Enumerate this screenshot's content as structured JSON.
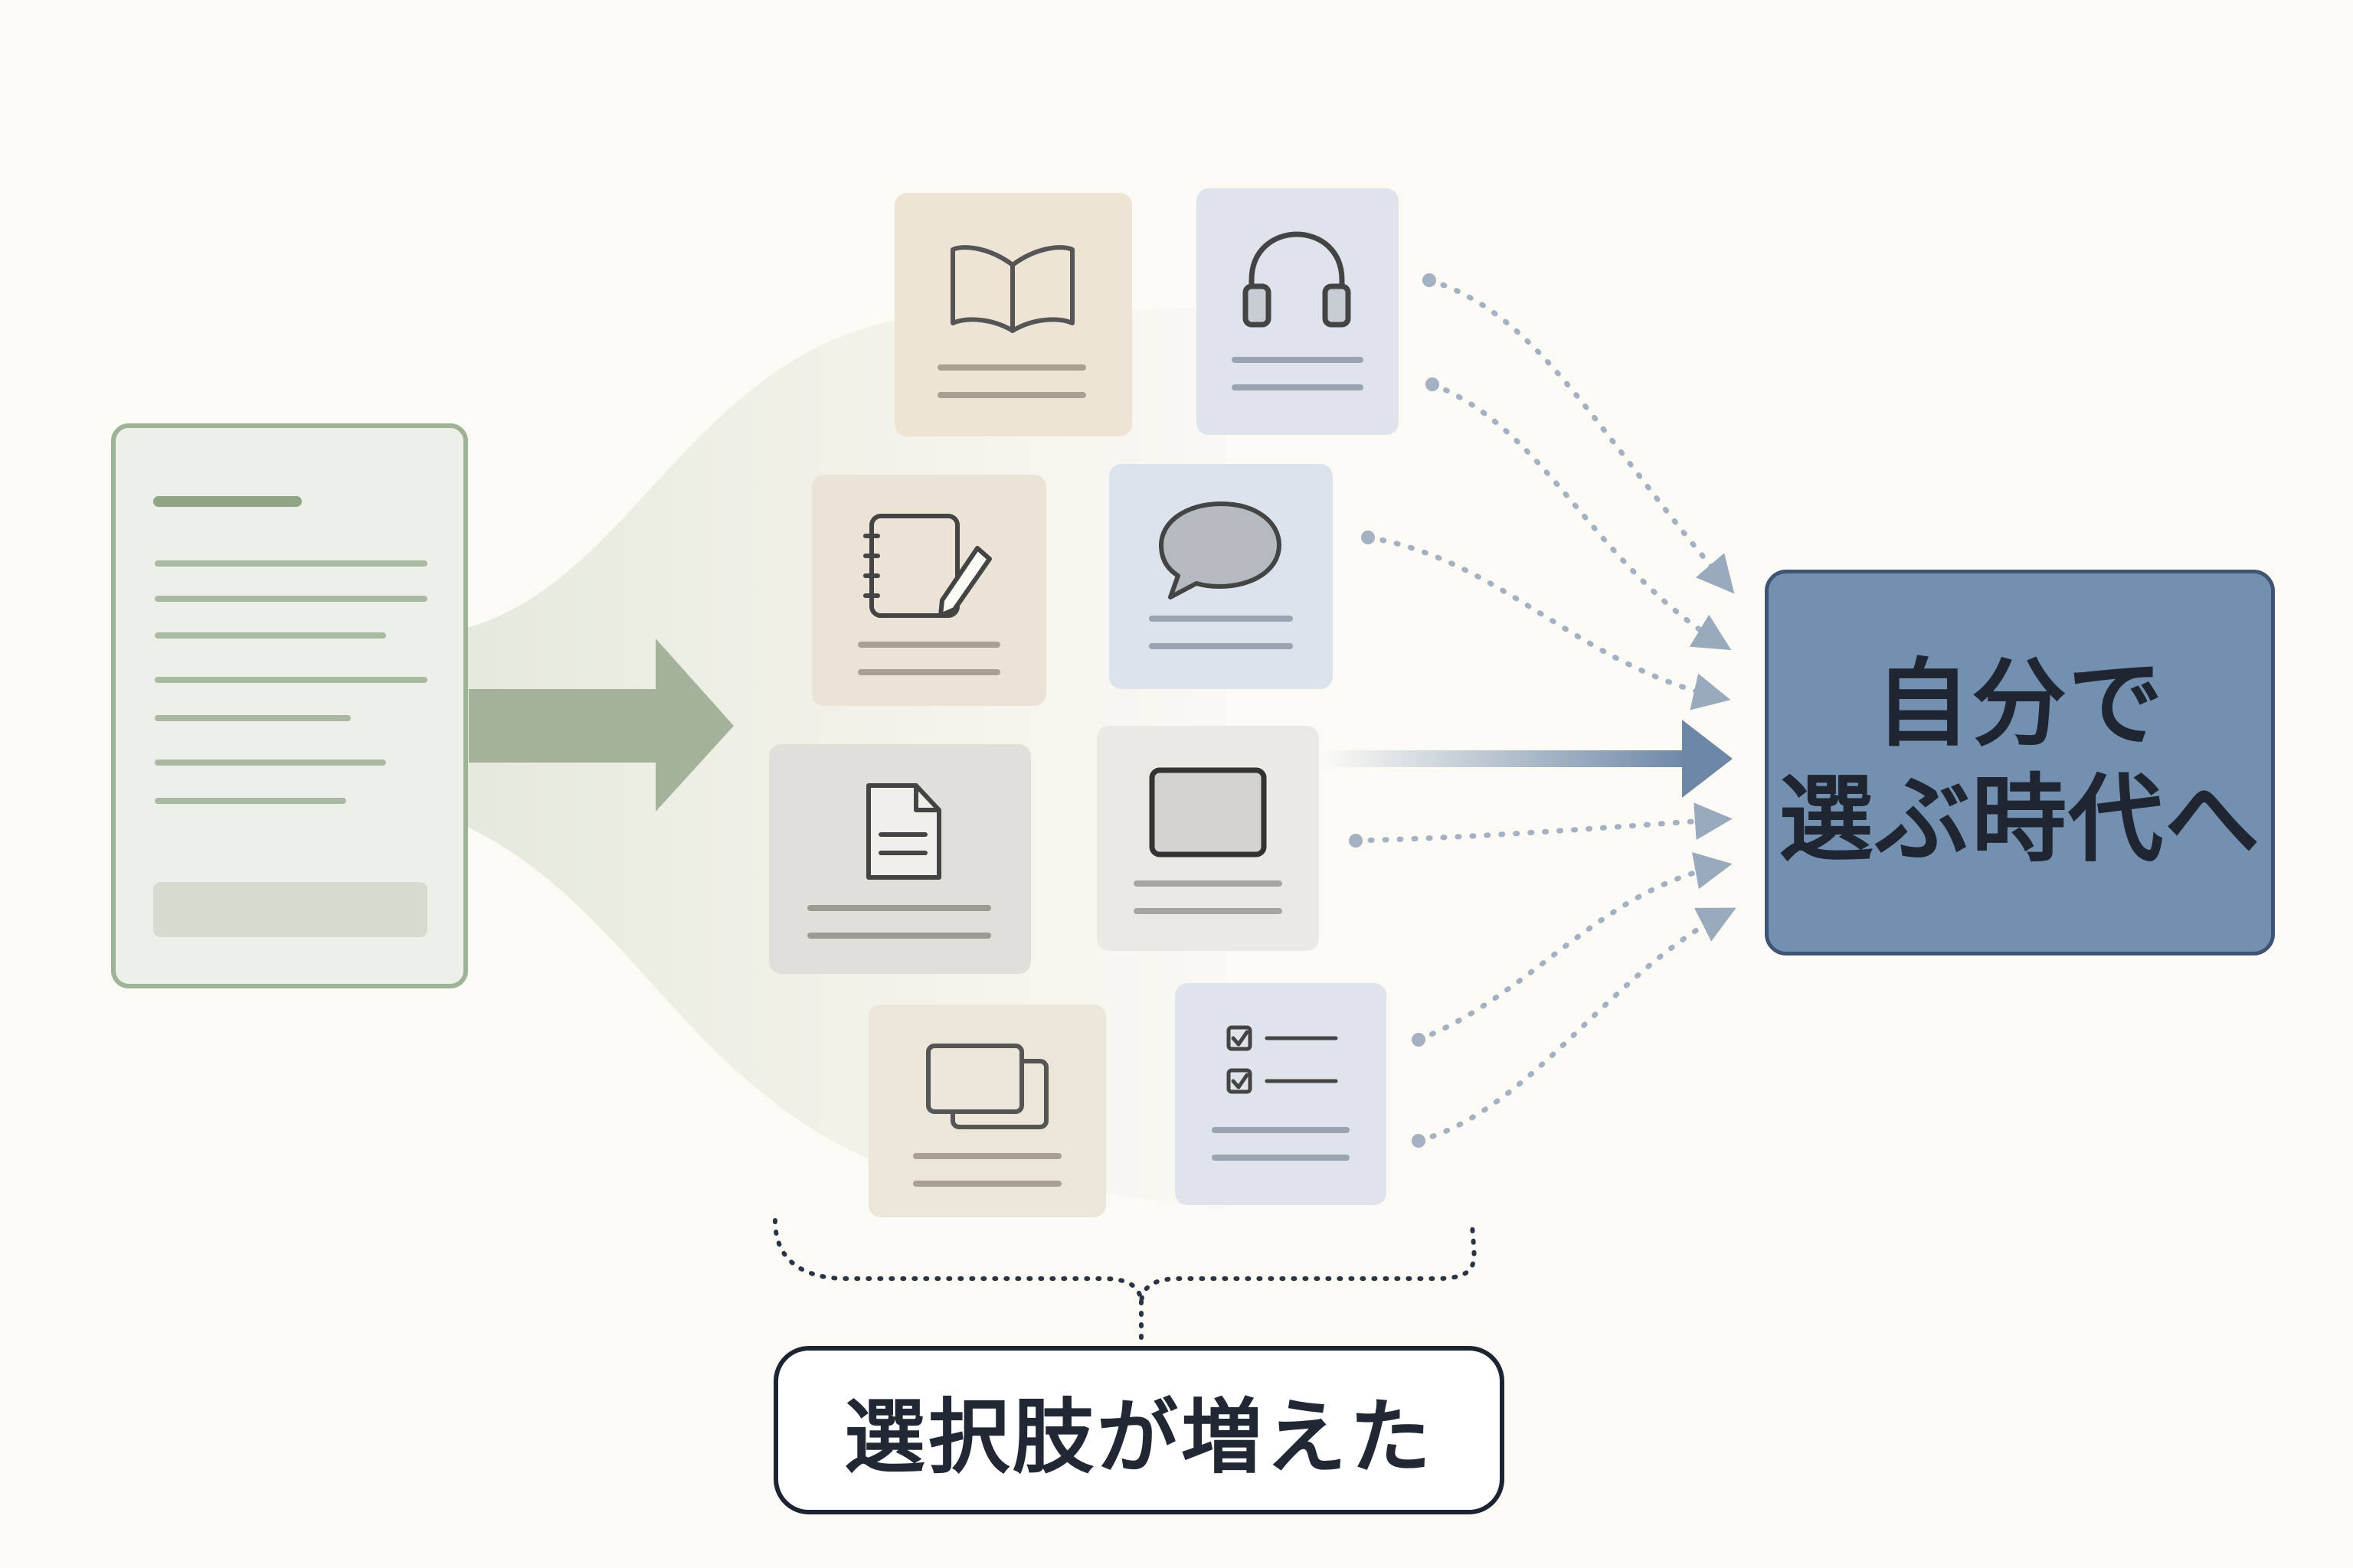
{
  "goal": {
    "line1": "自分で",
    "line2": "選ぶ時代へ"
  },
  "choices_caption": "選択肢が増えた",
  "colors": {
    "background": "#fbfaf5",
    "goal_fill": "#7390b0",
    "goal_border": "#3f5474",
    "source_doc": "#9aae92",
    "blue_accent": "#6d87a6"
  },
  "media_icons": [
    {
      "icon": "open-book-icon",
      "tint": "beige"
    },
    {
      "icon": "headphones-icon",
      "tint": "blue"
    },
    {
      "icon": "notebook-pencil-icon",
      "tint": "beige"
    },
    {
      "icon": "speech-bubble-icon",
      "tint": "blue"
    },
    {
      "icon": "document-icon",
      "tint": "gray"
    },
    {
      "icon": "tablet-icon",
      "tint": "gray"
    },
    {
      "icon": "slides-stack-icon",
      "tint": "beige"
    },
    {
      "icon": "checklist-icon",
      "tint": "blue"
    }
  ]
}
